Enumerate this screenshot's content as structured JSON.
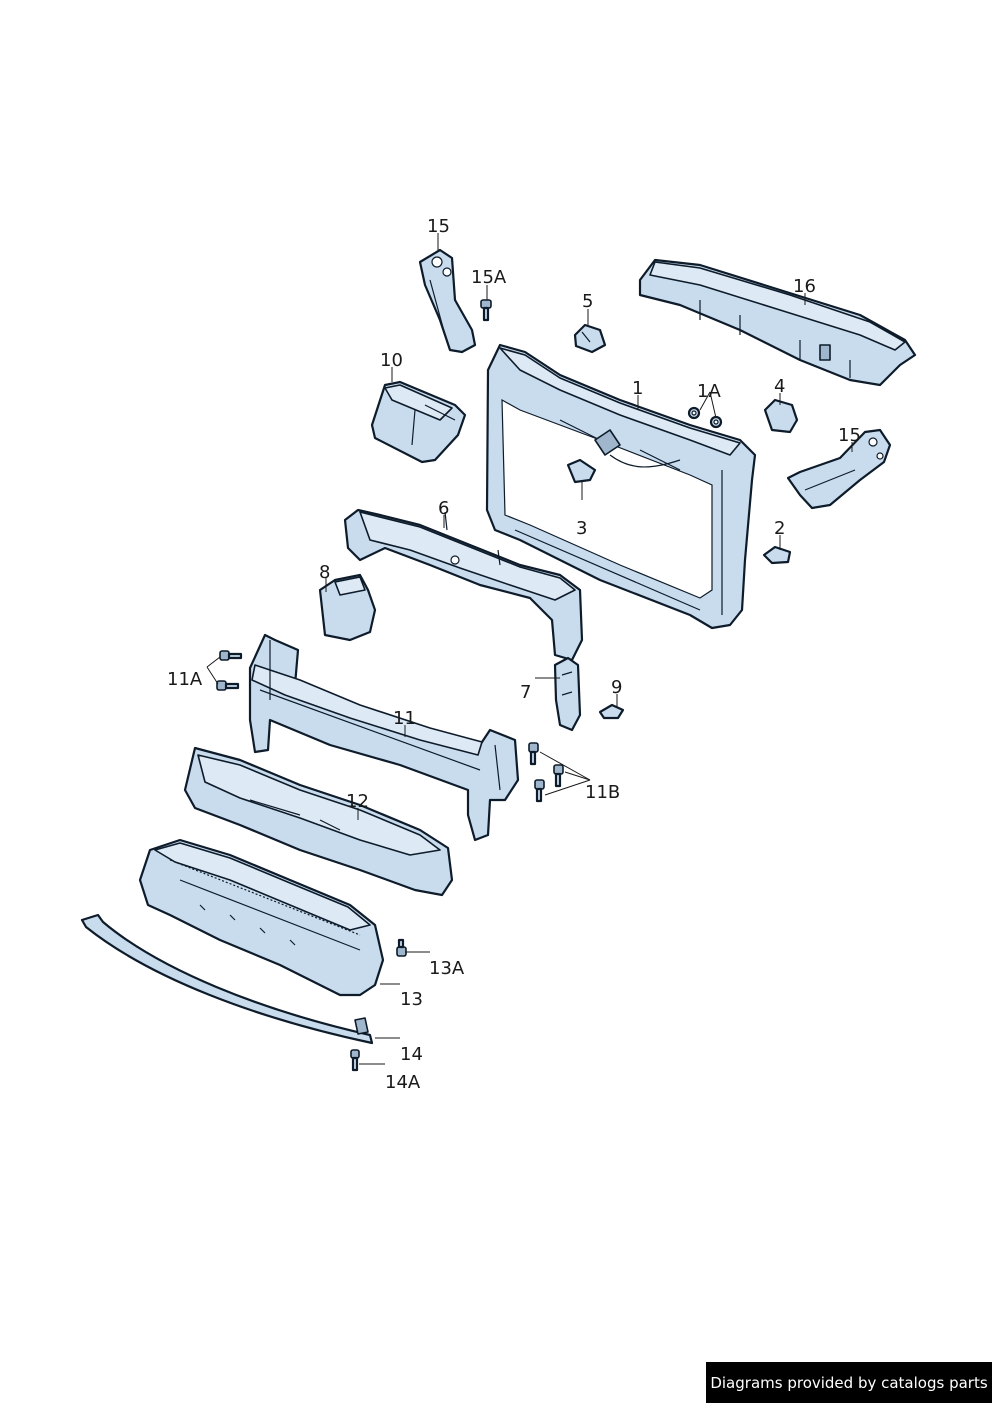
{
  "diagram": {
    "labels": {
      "l1": "1",
      "l1A": "1A",
      "l2": "2",
      "l3": "3",
      "l4": "4",
      "l5": "5",
      "l6": "6",
      "l7": "7",
      "l8": "8",
      "l9": "9",
      "l10": "10",
      "l11": "11",
      "l11A": "11A",
      "l11B": "11B",
      "l12": "12",
      "l13": "13",
      "l13A": "13A",
      "l14": "14",
      "l14A": "14A",
      "l15_top": "15",
      "l15_right": "15",
      "l15A": "15A",
      "l16": "16"
    },
    "colors": {
      "part_fill": "#c9dced",
      "outline": "#0d1b2a",
      "background": "#ffffff"
    }
  },
  "footer": {
    "credit": "Diagrams provided by catalogs parts"
  }
}
